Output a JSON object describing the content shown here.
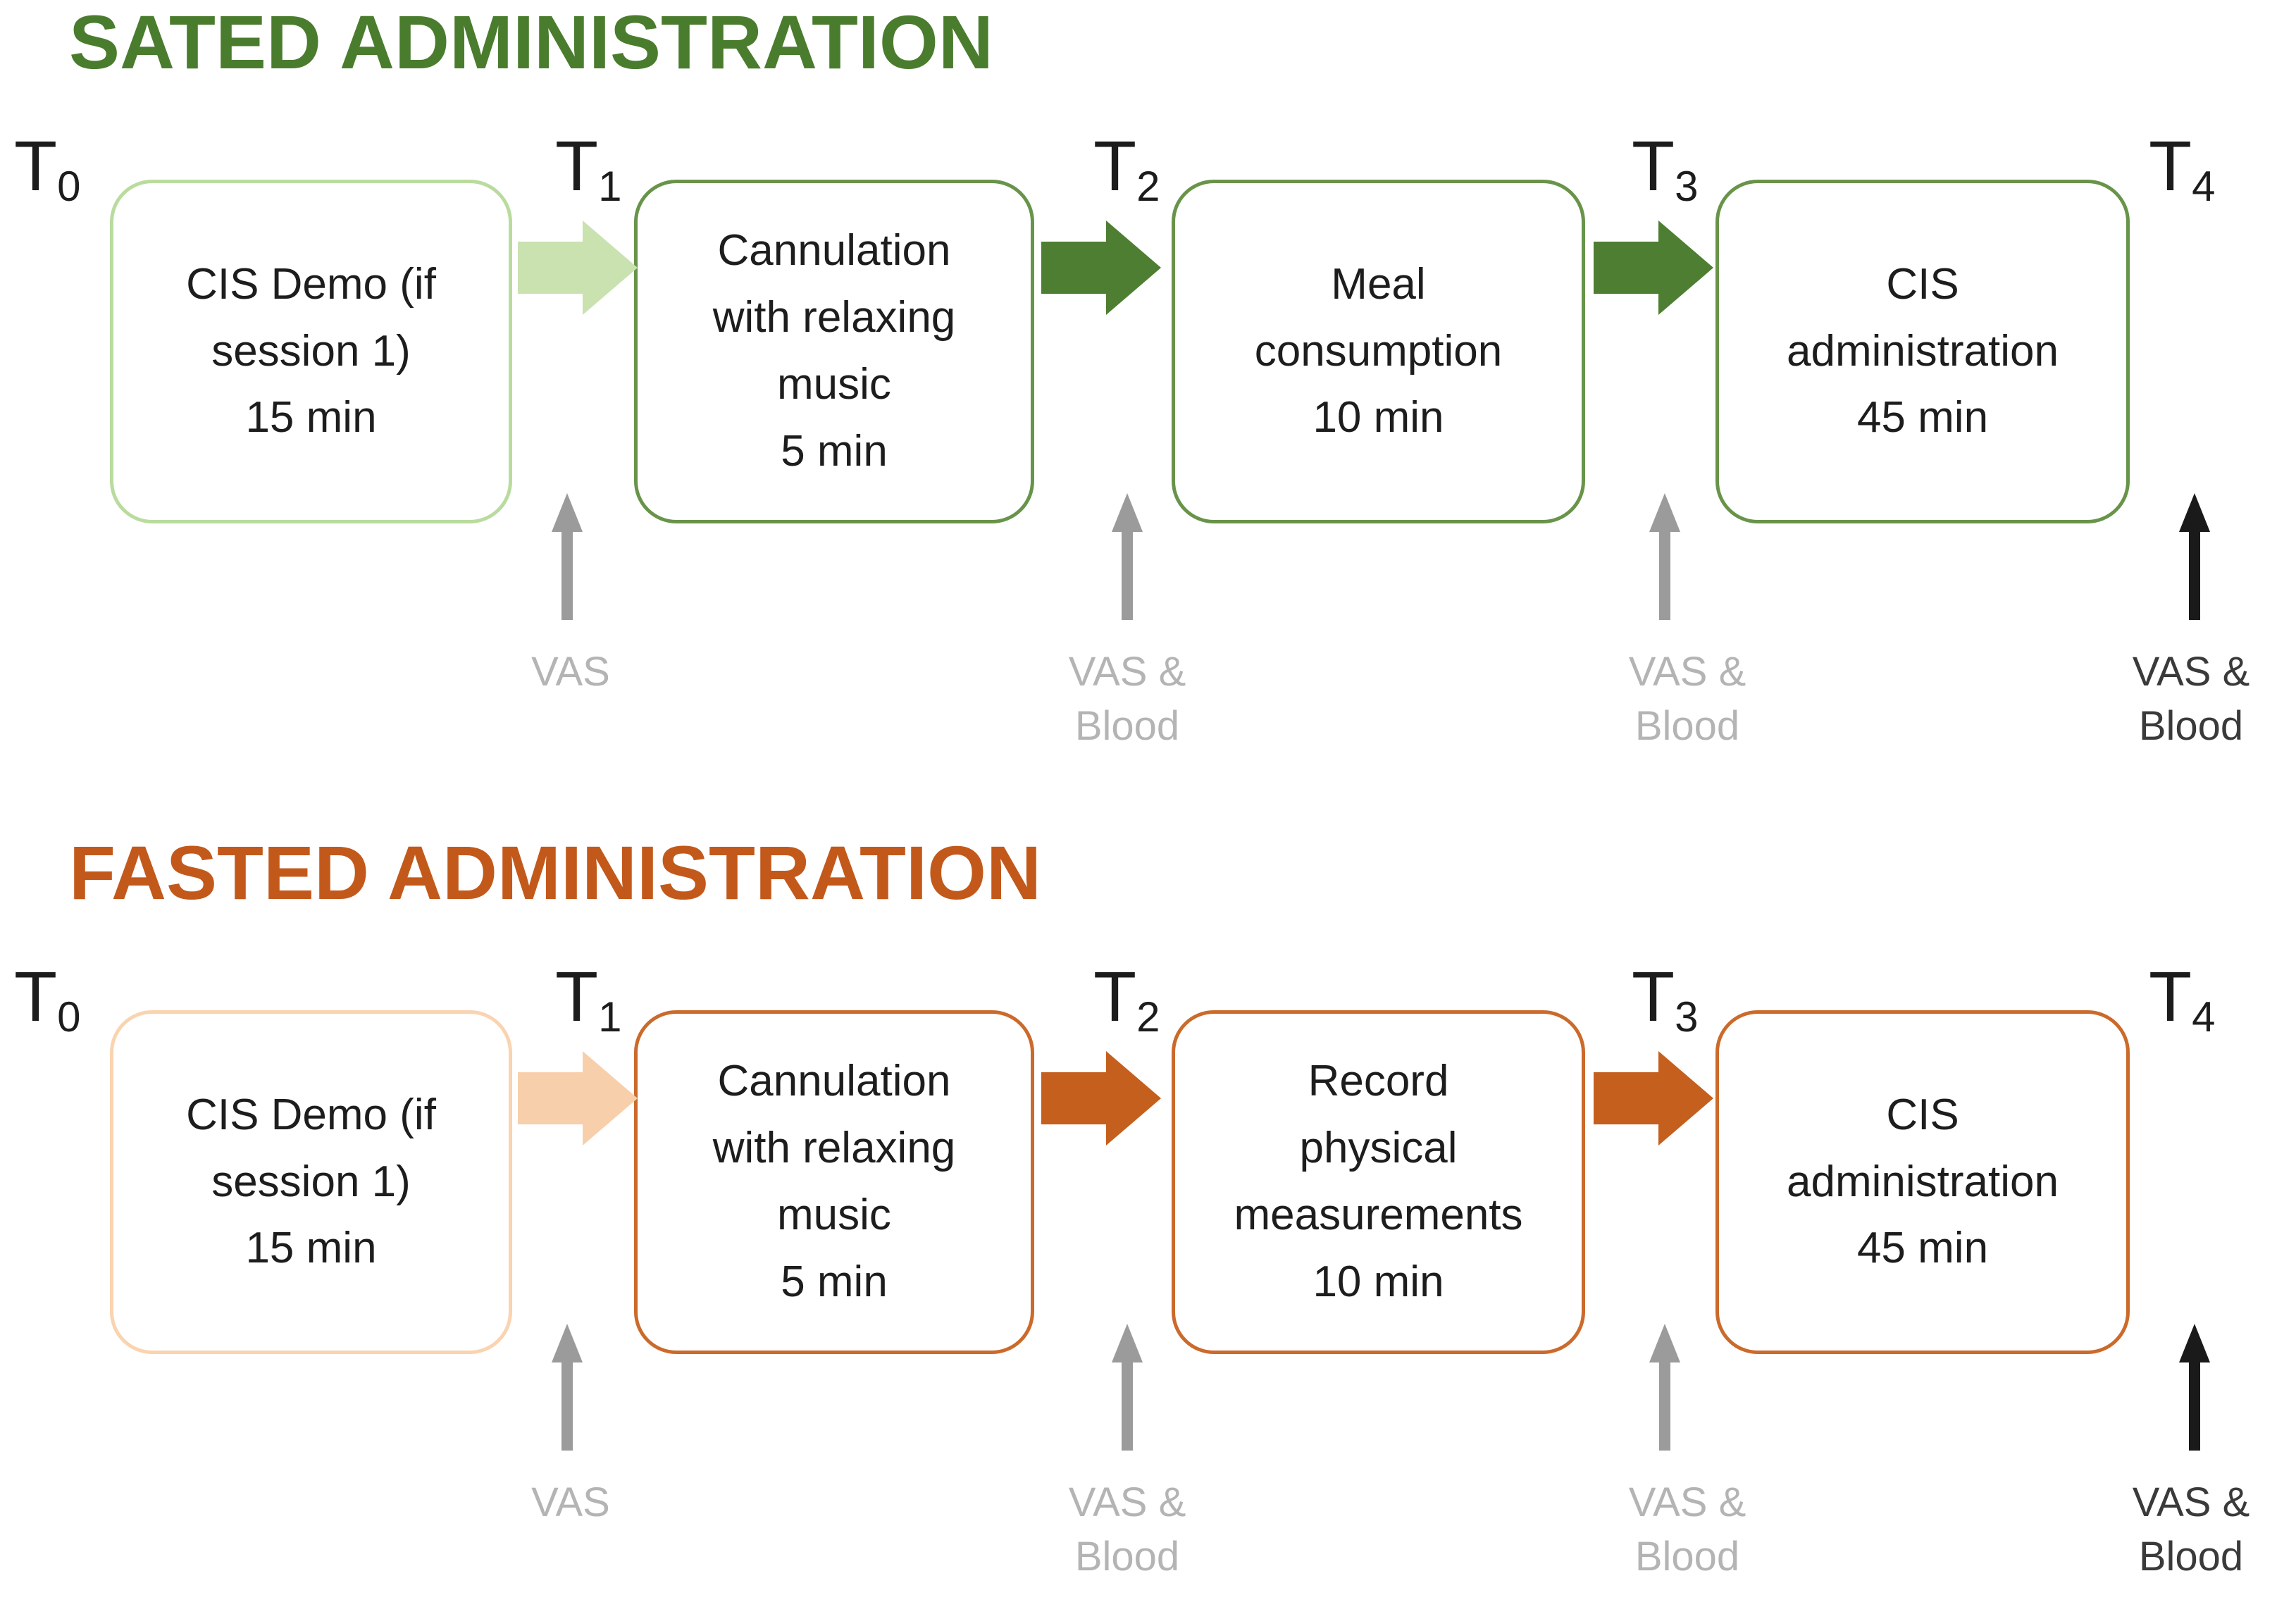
{
  "colors": {
    "green-title": "#4a7c2e",
    "green-box": "#68944a",
    "green-box-light": "#b9dc9e",
    "green-arrow-light": "#c9e2b0",
    "green-arrow-dark": "#4e7e31",
    "orange-title": "#c2591b",
    "orange-box": "#cb6a2b",
    "orange-box-light": "#fad3b0",
    "orange-arrow-light": "#f8cfab",
    "orange-arrow-dark": "#c45f1d",
    "gray-arrow": "#9b9b9b",
    "gray-text": "#b4b4b4",
    "black-arrow": "#1a1a1a",
    "black-text": "#3a3a3a",
    "box-text": "#1d1d1d",
    "t-text": "#1c1c1c"
  },
  "sections": [
    {
      "title": "SATED ADMINISTRATION",
      "timepoints": [
        {
          "base": "T",
          "sub": "0"
        },
        {
          "base": "T",
          "sub": "1"
        },
        {
          "base": "T",
          "sub": "2"
        },
        {
          "base": "T",
          "sub": "3"
        },
        {
          "base": "T",
          "sub": "4"
        }
      ],
      "boxes": [
        {
          "text": "CIS Demo (if\nsession 1)\n15 min"
        },
        {
          "text": "Cannulation\nwith relaxing\nmusic\n5 min"
        },
        {
          "text": "Meal\nconsumption\n10 min"
        },
        {
          "text": "CIS\nadministration\n45 min"
        }
      ],
      "events": [
        {
          "label": "VAS"
        },
        {
          "label": "VAS &\nBlood"
        },
        {
          "label": "VAS &\nBlood"
        },
        {
          "label": "VAS &\nBlood"
        }
      ]
    },
    {
      "title": "FASTED ADMINISTRATION",
      "timepoints": [
        {
          "base": "T",
          "sub": "0"
        },
        {
          "base": "T",
          "sub": "1"
        },
        {
          "base": "T",
          "sub": "2"
        },
        {
          "base": "T",
          "sub": "3"
        },
        {
          "base": "T",
          "sub": "4"
        }
      ],
      "boxes": [
        {
          "text": "CIS Demo (if\nsession 1)\n15 min"
        },
        {
          "text": "Cannulation\nwith relaxing\nmusic\n5 min"
        },
        {
          "text": "Record\nphysical\nmeasurements\n10 min"
        },
        {
          "text": "CIS\nadministration\n45 min"
        }
      ],
      "events": [
        {
          "label": "VAS"
        },
        {
          "label": "VAS &\nBlood"
        },
        {
          "label": "VAS &\nBlood"
        },
        {
          "label": "VAS &\nBlood"
        }
      ]
    }
  ]
}
